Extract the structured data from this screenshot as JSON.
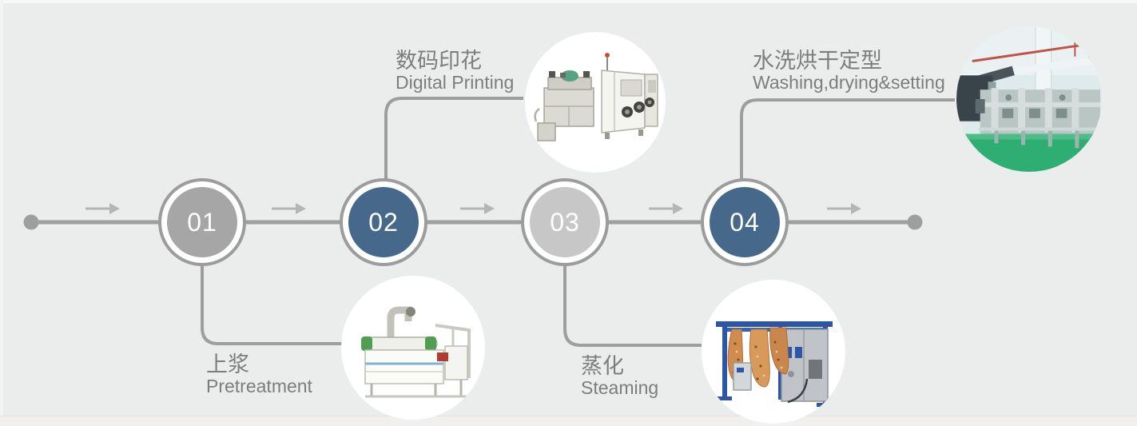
{
  "figure": {
    "type": "process-flow-diagram",
    "description": "Digital textile printing production process, 4 steps on a horizontal timeline"
  },
  "timeline": {
    "start_marker": "dot",
    "end_marker": "dot",
    "arrow_count": 5,
    "direction": "left-to-right"
  },
  "steps": [
    {
      "number": "01",
      "label_zh": "上浆",
      "label_en": "Pretreatment",
      "label_position": "below",
      "circle_color": "#a6a6a6",
      "image": "pretreatment-machine-illustration"
    },
    {
      "number": "02",
      "label_zh": "数码印花",
      "label_en": "Digital Printing",
      "label_position": "above",
      "circle_color": "#45688b",
      "image": "digital-printing-machine-illustration"
    },
    {
      "number": "03",
      "label_zh": "蒸化",
      "label_en": "Steaming",
      "label_position": "below",
      "circle_color": "#c7c7c7",
      "image": "steaming-machine-illustration"
    },
    {
      "number": "04",
      "label_zh": "水洗烘干定型",
      "label_en": "Washing,drying&setting",
      "label_position": "above",
      "circle_color": "#45688b",
      "image": "washing-line-photo"
    }
  ],
  "colors": {
    "background": "#ebecec",
    "line": "#9e9e9e",
    "arrow": "#b5b5b5",
    "node_ring": "#9c9c9c",
    "node_fill_white": "#ffffff",
    "number_text": "#ffffff",
    "label_text": "#7d7d7d",
    "step_blue": "#45688b",
    "step_gray_dark": "#a6a6a6",
    "step_gray_light": "#c7c7c7"
  }
}
